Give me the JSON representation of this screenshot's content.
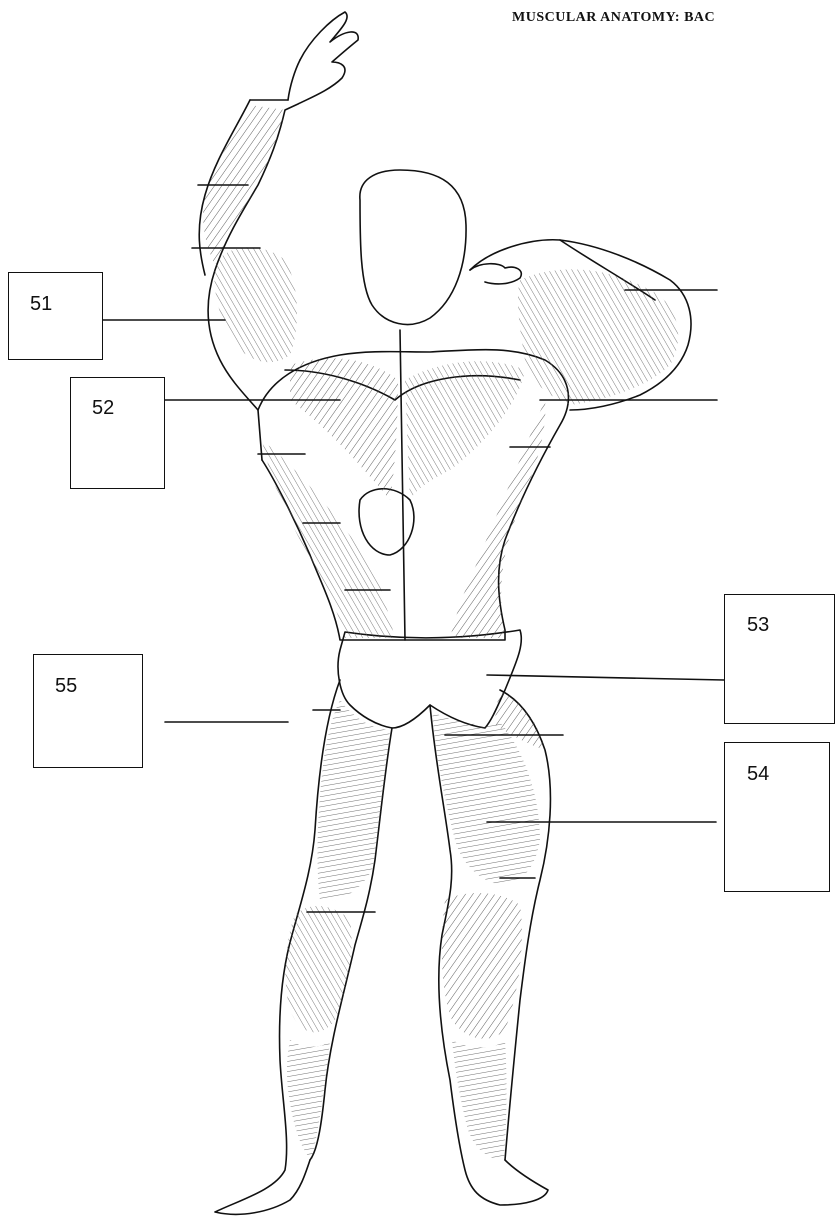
{
  "header": {
    "title": "MUSCULAR ANATOMY: BAC"
  },
  "labels": [
    {
      "id": "51",
      "number": "51"
    },
    {
      "id": "52",
      "number": "52"
    },
    {
      "id": "53",
      "number": "53"
    },
    {
      "id": "54",
      "number": "54"
    },
    {
      "id": "55",
      "number": "55"
    }
  ],
  "colors": {
    "ink": "#111111",
    "paper": "#ffffff"
  }
}
